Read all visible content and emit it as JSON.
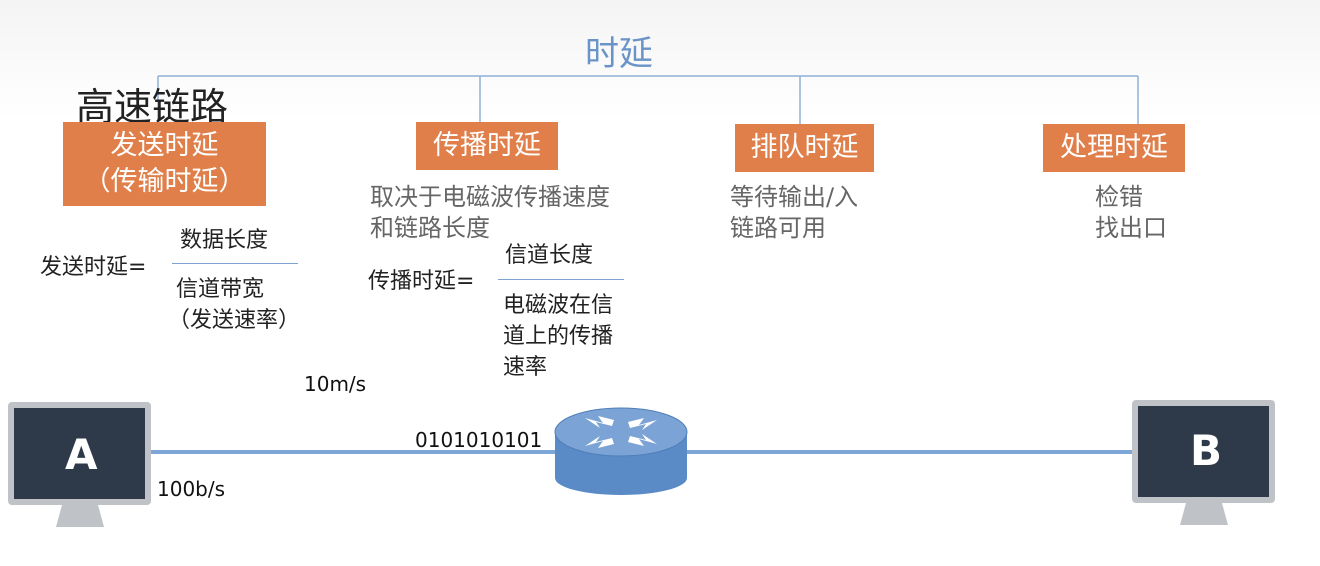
{
  "title": "时延",
  "fast_link": "高速链路",
  "boxes": {
    "send": {
      "line1": "发送时延",
      "line2": "（传输时延）"
    },
    "prop": {
      "label": "传播时延"
    },
    "queue": {
      "label": "排队时延"
    },
    "proc": {
      "label": "处理时延"
    }
  },
  "desc": {
    "prop": [
      "取决于电磁波传播速度",
      "和链路长度"
    ],
    "queue": [
      "等待输出/入",
      "链路可用"
    ],
    "proc": [
      "检错",
      "找出口"
    ]
  },
  "send_formula": {
    "lhs": "发送时延=",
    "numerator": "数据长度",
    "denominator": [
      "信道带宽",
      "（发送速率）"
    ]
  },
  "prop_formula": {
    "lhs": "传播时延=",
    "numerator": "信道长度",
    "denominator": [
      "电磁波在信",
      "道上的传播",
      "速率"
    ]
  },
  "network": {
    "host_a": "A",
    "host_b": "B",
    "bits": "0101010101",
    "speed_top": "10m/s",
    "speed_bottom": "100b/s"
  },
  "colors": {
    "accent_blue": "#6a93c8",
    "box_orange": "#e07f4a",
    "router_blue": "#5b8bc6",
    "link_blue": "#7ea6d6"
  }
}
